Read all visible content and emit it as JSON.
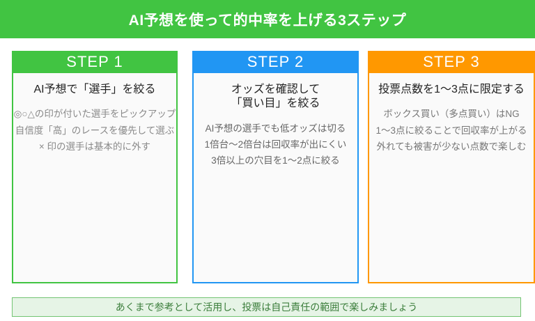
{
  "banner": {
    "title": "AI予想を使って的中率を上げる3ステップ",
    "background_color": "#41c442",
    "text_color": "#ffffff"
  },
  "steps": [
    {
      "label": "STEP 1",
      "accent_color": "#41c442",
      "title": "AI予想で「選手」を絞る",
      "body_lines": [
        "◎○△の印が付いた選手をピックアップ",
        "自信度「高」のレースを優先して選ぶ",
        "× 印の選手は基本的に外す"
      ]
    },
    {
      "label": "STEP 2",
      "accent_color": "#2196f3",
      "title": "オッズを確認して\n「買い目」を絞る",
      "title_line_1": "オッズを確認して",
      "title_line_2": "「買い目」を絞る",
      "body_lines": [
        "AI予想の選手でも低オッズは切る",
        "1倍台〜2倍台は回収率が出にくい",
        "3倍以上の穴目を1〜2点に絞る"
      ]
    },
    {
      "label": "STEP 3",
      "accent_color": "#ff9800",
      "title": "投票点数を1〜3点に限定する",
      "body_lines": [
        "ボックス買い（多点買い）はNG",
        "1〜3点に絞ることで回収率が上がる",
        "外れても被害が少ない点数で楽しむ"
      ]
    }
  ],
  "footer_note": {
    "text": "あくまで参考として活用し、投票は自己責任の範囲で楽しみましょう",
    "background_color": "#e6f4e6",
    "border_color": "#72c472",
    "text_color": "#3a7d3a"
  }
}
